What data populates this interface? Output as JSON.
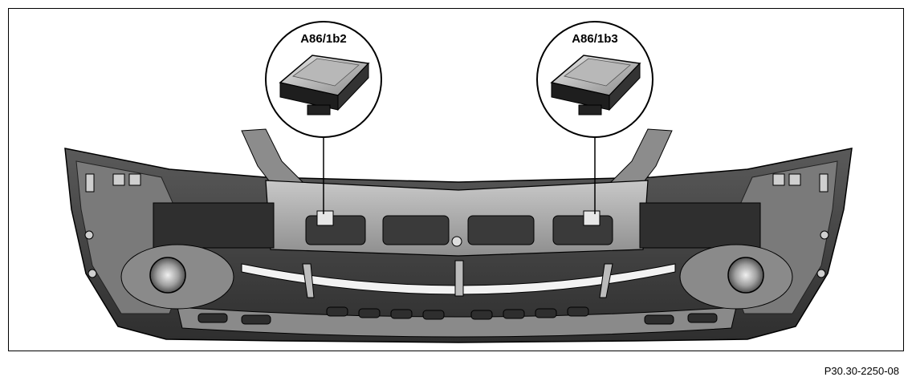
{
  "figure": {
    "callouts": [
      {
        "label": "A86/1b2",
        "component": "radar-sensor-left"
      },
      {
        "label": "A86/1b3",
        "component": "radar-sensor-right"
      }
    ],
    "reference_code": "P30.30-2250-08"
  },
  "colors": {
    "bumper_dark": "#4a4a4a",
    "bumper_mid": "#6e6e6e",
    "bumper_light": "#9a9a9a",
    "bracket": "#b4b4b4",
    "outline": "#000000"
  }
}
